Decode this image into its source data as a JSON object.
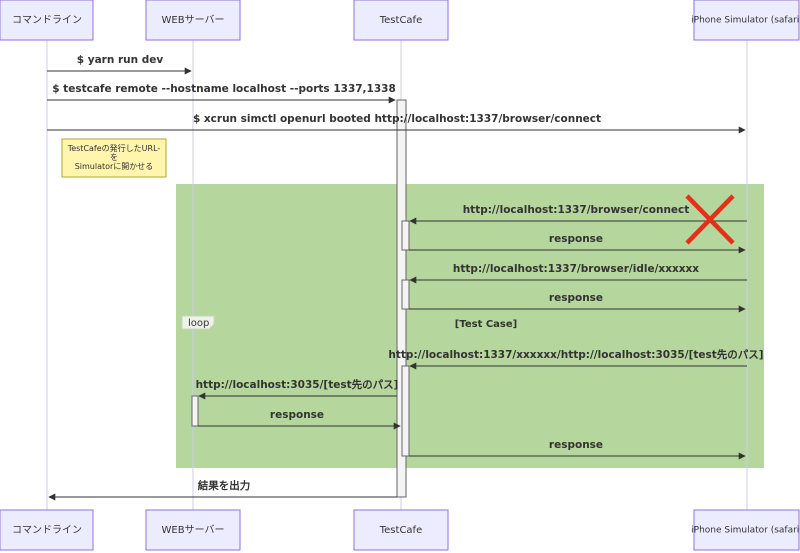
{
  "participants": [
    {
      "id": "cli",
      "label": "コマンドライン"
    },
    {
      "id": "web",
      "label": "WEBサーバー"
    },
    {
      "id": "testcafe",
      "label": "TestCafe"
    },
    {
      "id": "iphone",
      "label": "iPhone Simulator (safari)"
    }
  ],
  "messages": [
    {
      "id": "m1",
      "from": "cli",
      "to": "web",
      "text": "$ yarn run dev"
    },
    {
      "id": "m2",
      "from": "cli",
      "to": "testcafe",
      "text": "$ testcafe remote --hostname localhost --ports 1337,1338"
    },
    {
      "id": "m3",
      "from": "cli",
      "to": "iphone",
      "text": "$ xcrun simctl openurl booted http://localhost:1337/browser/connect"
    },
    {
      "id": "m4",
      "from": "iphone",
      "to": "testcafe",
      "text": "http://localhost:1337/browser/connect"
    },
    {
      "id": "m5",
      "from": "testcafe",
      "to": "iphone",
      "text": "response"
    },
    {
      "id": "m6",
      "from": "iphone",
      "to": "testcafe",
      "text": "http://localhost:1337/browser/idle/xxxxxx"
    },
    {
      "id": "m7",
      "from": "testcafe",
      "to": "iphone",
      "text": "response"
    },
    {
      "id": "m8",
      "from": "iphone",
      "to": "testcafe",
      "text": "http://localhost:1337/xxxxxx/http://localhost:3035/[test先のパス]"
    },
    {
      "id": "m9",
      "from": "testcafe",
      "to": "web",
      "text": "http://localhost:3035/[test先のパス]"
    },
    {
      "id": "m10",
      "from": "web",
      "to": "testcafe",
      "text": "response"
    },
    {
      "id": "m11",
      "from": "testcafe",
      "to": "iphone",
      "text": "response"
    },
    {
      "id": "m12",
      "from": "testcafe",
      "to": "cli",
      "text": "結果を出力"
    }
  ],
  "note": {
    "lines": [
      "TestCafeの発行したURL-",
      "を",
      "Simulatorに開かせる"
    ]
  },
  "loop": {
    "label": "loop",
    "title": "[Test Case]"
  },
  "colors": {
    "actor_fill": "#ececff",
    "actor_border": "#9370db",
    "loop_fill": "#b5d69c",
    "note_fill": "#fff5ad",
    "cross_mark": "#e53019"
  },
  "icons": {
    "cross_mark": "red-x-cross"
  }
}
